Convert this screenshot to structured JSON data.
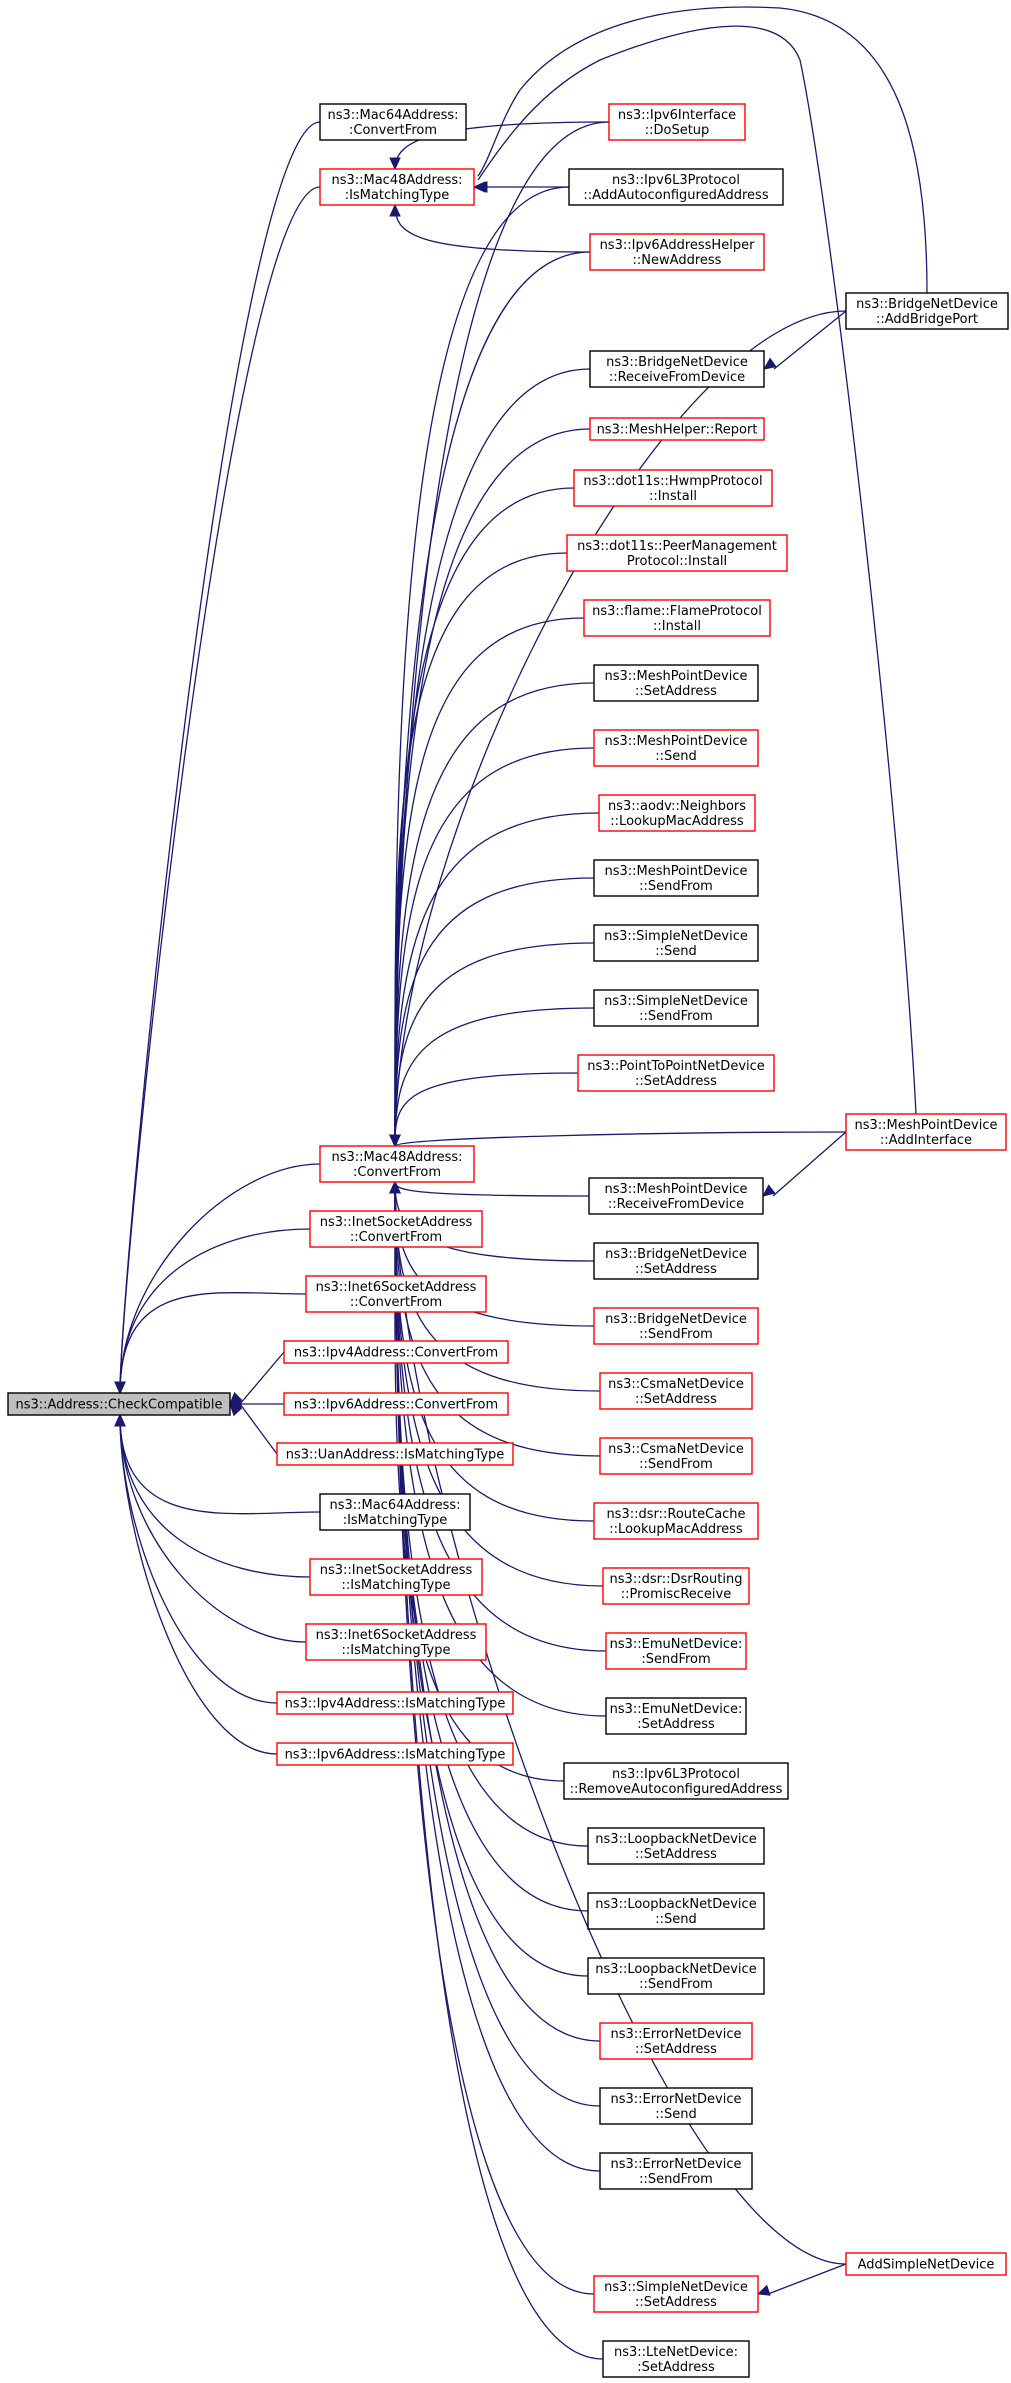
{
  "colors": {
    "edge": "#191970",
    "border_red": "#ff0000",
    "border_black": "#000000",
    "root_fill": "#bfbfbf"
  },
  "nodes": {
    "check_compatible": {
      "lines": [
        "ns3::Address::CheckCompatible"
      ],
      "style": "root"
    },
    "mac64_convertfrom": {
      "lines": [
        "ns3::Mac64Address:",
        ":ConvertFrom"
      ],
      "style": "black"
    },
    "mac48_ismatching": {
      "lines": [
        "ns3::Mac48Address:",
        ":IsMatchingType"
      ],
      "style": "red"
    },
    "ipv6iface_dosetup": {
      "lines": [
        "ns3::Ipv6Interface",
        "::DoSetup"
      ],
      "style": "red"
    },
    "ipv6l3_addauto": {
      "lines": [
        "ns3::Ipv6L3Protocol",
        "::AddAutoconfiguredAddress"
      ],
      "style": "black"
    },
    "ipv6helper_newaddr": {
      "lines": [
        "ns3::Ipv6AddressHelper",
        "::NewAddress"
      ],
      "style": "red"
    },
    "bridge_addport": {
      "lines": [
        "ns3::BridgeNetDevice",
        "::AddBridgePort"
      ],
      "style": "black"
    },
    "bridge_recvfrom": {
      "lines": [
        "ns3::BridgeNetDevice",
        "::ReceiveFromDevice"
      ],
      "style": "black"
    },
    "meshhelper_report": {
      "lines": [
        "ns3::MeshHelper::Report"
      ],
      "style": "red"
    },
    "hwmp_install": {
      "lines": [
        "ns3::dot11s::HwmpProtocol",
        "::Install"
      ],
      "style": "red"
    },
    "peermgmt_install": {
      "lines": [
        "ns3::dot11s::PeerManagement",
        "Protocol::Install"
      ],
      "style": "red"
    },
    "flame_install": {
      "lines": [
        "ns3::flame::FlameProtocol",
        "::Install"
      ],
      "style": "red"
    },
    "meshpoint_setaddr": {
      "lines": [
        "ns3::MeshPointDevice",
        "::SetAddress"
      ],
      "style": "black"
    },
    "meshpoint_send": {
      "lines": [
        "ns3::MeshPointDevice",
        "::Send"
      ],
      "style": "red"
    },
    "aodv_lookup": {
      "lines": [
        "ns3::aodv::Neighbors",
        "::LookupMacAddress"
      ],
      "style": "red"
    },
    "meshpoint_sendfrom": {
      "lines": [
        "ns3::MeshPointDevice",
        "::SendFrom"
      ],
      "style": "black"
    },
    "simple_send": {
      "lines": [
        "ns3::SimpleNetDevice",
        "::Send"
      ],
      "style": "black"
    },
    "simple_sendfrom": {
      "lines": [
        "ns3::SimpleNetDevice",
        "::SendFrom"
      ],
      "style": "black"
    },
    "p2p_setaddr": {
      "lines": [
        "ns3::PointToPointNetDevice",
        "::SetAddress"
      ],
      "style": "red"
    },
    "mac48_convertfrom": {
      "lines": [
        "ns3::Mac48Address:",
        ":ConvertFrom"
      ],
      "style": "red"
    },
    "meshpoint_addiface": {
      "lines": [
        "ns3::MeshPointDevice",
        "::AddInterface"
      ],
      "style": "red"
    },
    "meshpoint_recvfrom": {
      "lines": [
        "ns3::MeshPointDevice",
        "::ReceiveFromDevice"
      ],
      "style": "black"
    },
    "inet_convertfrom": {
      "lines": [
        "ns3::InetSocketAddress",
        "::ConvertFrom"
      ],
      "style": "red"
    },
    "inet6_convertfrom": {
      "lines": [
        "ns3::Inet6SocketAddress",
        "::ConvertFrom"
      ],
      "style": "red"
    },
    "ipv4_convertfrom": {
      "lines": [
        "ns3::Ipv4Address::ConvertFrom"
      ],
      "style": "red"
    },
    "ipv6_convertfrom": {
      "lines": [
        "ns3::Ipv6Address::ConvertFrom"
      ],
      "style": "red"
    },
    "uan_ismatching": {
      "lines": [
        "ns3::UanAddress::IsMatchingType"
      ],
      "style": "red"
    },
    "mac64_ismatching": {
      "lines": [
        "ns3::Mac64Address:",
        ":IsMatchingType"
      ],
      "style": "black"
    },
    "inet_ismatching": {
      "lines": [
        "ns3::InetSocketAddress",
        "::IsMatchingType"
      ],
      "style": "red"
    },
    "inet6_ismatching": {
      "lines": [
        "ns3::Inet6SocketAddress",
        "::IsMatchingType"
      ],
      "style": "red"
    },
    "ipv4_ismatching": {
      "lines": [
        "ns3::Ipv4Address::IsMatchingType"
      ],
      "style": "red"
    },
    "ipv6_ismatching": {
      "lines": [
        "ns3::Ipv6Address::IsMatchingType"
      ],
      "style": "red"
    },
    "bridge_setaddr": {
      "lines": [
        "ns3::BridgeNetDevice",
        "::SetAddress"
      ],
      "style": "black"
    },
    "bridge_sendfrom": {
      "lines": [
        "ns3::BridgeNetDevice",
        "::SendFrom"
      ],
      "style": "red"
    },
    "csma_setaddr": {
      "lines": [
        "ns3::CsmaNetDevice",
        "::SetAddress"
      ],
      "style": "red"
    },
    "csma_sendfrom": {
      "lines": [
        "ns3::CsmaNetDevice",
        "::SendFrom"
      ],
      "style": "red"
    },
    "dsr_routecache": {
      "lines": [
        "ns3::dsr::RouteCache",
        "::LookupMacAddress"
      ],
      "style": "red"
    },
    "dsr_promisc": {
      "lines": [
        "ns3::dsr::DsrRouting",
        "::PromiscReceive"
      ],
      "style": "red"
    },
    "emu_sendfrom": {
      "lines": [
        "ns3::EmuNetDevice:",
        ":SendFrom"
      ],
      "style": "red"
    },
    "emu_setaddr": {
      "lines": [
        "ns3::EmuNetDevice:",
        ":SetAddress"
      ],
      "style": "black"
    },
    "ipv6l3_removeauto": {
      "lines": [
        "ns3::Ipv6L3Protocol",
        "::RemoveAutoconfiguredAddress"
      ],
      "style": "black"
    },
    "loopback_setaddr": {
      "lines": [
        "ns3::LoopbackNetDevice",
        "::SetAddress"
      ],
      "style": "black"
    },
    "loopback_send": {
      "lines": [
        "ns3::LoopbackNetDevice",
        "::Send"
      ],
      "style": "black"
    },
    "loopback_sendfrom": {
      "lines": [
        "ns3::LoopbackNetDevice",
        "::SendFrom"
      ],
      "style": "black"
    },
    "error_setaddr": {
      "lines": [
        "ns3::ErrorNetDevice",
        "::SetAddress"
      ],
      "style": "red"
    },
    "error_send": {
      "lines": [
        "ns3::ErrorNetDevice",
        "::Send"
      ],
      "style": "black"
    },
    "error_sendfrom": {
      "lines": [
        "ns3::ErrorNetDevice",
        "::SendFrom"
      ],
      "style": "black"
    },
    "addsimplenetdevice": {
      "lines": [
        "AddSimpleNetDevice"
      ],
      "style": "red"
    },
    "simple_setaddr": {
      "lines": [
        "ns3::SimpleNetDevice",
        "::SetAddress"
      ],
      "style": "red"
    },
    "lte_setaddr": {
      "lines": [
        "ns3::LteNetDevice:",
        ":SetAddress"
      ],
      "style": "black"
    }
  },
  "edges": [
    [
      "mac64_convertfrom",
      "check_compatible"
    ],
    [
      "mac48_ismatching",
      "check_compatible"
    ],
    [
      "mac48_convertfrom",
      "check_compatible"
    ],
    [
      "inet_convertfrom",
      "check_compatible"
    ],
    [
      "inet6_convertfrom",
      "check_compatible"
    ],
    [
      "ipv4_convertfrom",
      "check_compatible"
    ],
    [
      "ipv6_convertfrom",
      "check_compatible"
    ],
    [
      "uan_ismatching",
      "check_compatible"
    ],
    [
      "mac64_ismatching",
      "check_compatible"
    ],
    [
      "inet_ismatching",
      "check_compatible"
    ],
    [
      "inet6_ismatching",
      "check_compatible"
    ],
    [
      "ipv4_ismatching",
      "check_compatible"
    ],
    [
      "ipv6_ismatching",
      "check_compatible"
    ],
    [
      "ipv6iface_dosetup",
      "mac48_ismatching"
    ],
    [
      "ipv6l3_addauto",
      "mac48_ismatching"
    ],
    [
      "ipv6helper_newaddr",
      "mac48_ismatching"
    ],
    [
      "bridge_addport",
      "mac48_ismatching"
    ],
    [
      "meshpoint_addiface",
      "mac48_ismatching"
    ],
    [
      "bridge_addport",
      "bridge_recvfrom"
    ],
    [
      "meshpoint_addiface",
      "meshpoint_recvfrom"
    ],
    [
      "addsimplenetdevice",
      "simple_setaddr"
    ],
    [
      "ipv6iface_dosetup",
      "mac48_convertfrom"
    ],
    [
      "ipv6l3_addauto",
      "mac48_convertfrom"
    ],
    [
      "ipv6helper_newaddr",
      "mac48_convertfrom"
    ],
    [
      "bridge_addport",
      "mac48_convertfrom"
    ],
    [
      "bridge_recvfrom",
      "mac48_convertfrom"
    ],
    [
      "meshhelper_report",
      "mac48_convertfrom"
    ],
    [
      "hwmp_install",
      "mac48_convertfrom"
    ],
    [
      "peermgmt_install",
      "mac48_convertfrom"
    ],
    [
      "flame_install",
      "mac48_convertfrom"
    ],
    [
      "meshpoint_setaddr",
      "mac48_convertfrom"
    ],
    [
      "meshpoint_send",
      "mac48_convertfrom"
    ],
    [
      "aodv_lookup",
      "mac48_convertfrom"
    ],
    [
      "meshpoint_sendfrom",
      "mac48_convertfrom"
    ],
    [
      "simple_send",
      "mac48_convertfrom"
    ],
    [
      "simple_sendfrom",
      "mac48_convertfrom"
    ],
    [
      "p2p_setaddr",
      "mac48_convertfrom"
    ],
    [
      "meshpoint_addiface",
      "mac48_convertfrom"
    ],
    [
      "meshpoint_recvfrom",
      "mac48_convertfrom"
    ],
    [
      "bridge_setaddr",
      "mac48_convertfrom"
    ],
    [
      "bridge_sendfrom",
      "mac48_convertfrom"
    ],
    [
      "csma_setaddr",
      "mac48_convertfrom"
    ],
    [
      "csma_sendfrom",
      "mac48_convertfrom"
    ],
    [
      "dsr_routecache",
      "mac48_convertfrom"
    ],
    [
      "dsr_promisc",
      "mac48_convertfrom"
    ],
    [
      "emu_sendfrom",
      "mac48_convertfrom"
    ],
    [
      "emu_setaddr",
      "mac48_convertfrom"
    ],
    [
      "ipv6l3_removeauto",
      "mac48_convertfrom"
    ],
    [
      "loopback_setaddr",
      "mac48_convertfrom"
    ],
    [
      "loopback_send",
      "mac48_convertfrom"
    ],
    [
      "loopback_sendfrom",
      "mac48_convertfrom"
    ],
    [
      "error_setaddr",
      "mac48_convertfrom"
    ],
    [
      "error_send",
      "mac48_convertfrom"
    ],
    [
      "error_sendfrom",
      "mac48_convertfrom"
    ],
    [
      "addsimplenetdevice",
      "mac48_convertfrom"
    ],
    [
      "simple_setaddr",
      "mac48_convertfrom"
    ],
    [
      "lte_setaddr",
      "mac48_convertfrom"
    ]
  ]
}
